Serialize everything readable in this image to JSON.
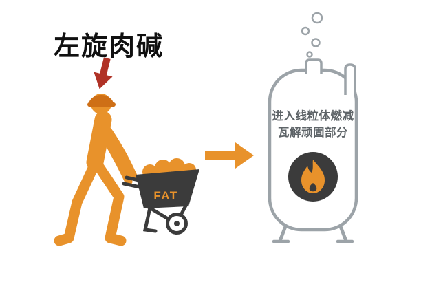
{
  "title": "左旋肉碱",
  "wheelbarrow": {
    "label": "FAT"
  },
  "tank": {
    "caption_line1": "进入线粒体燃减",
    "caption_line2": "瓦解顽固部分"
  },
  "icons": {
    "down_arrow": "red-down-arrow",
    "right_arrow": "orange-right-arrow",
    "worker": "worker-with-hard-hat",
    "wheelbarrow": "wheelbarrow-with-fat",
    "flame": "flame-in-dark-circle",
    "bubbles": "rising-bubbles"
  },
  "colors": {
    "background": "#FFFFFF",
    "orange": "#E8922B",
    "hat_orange": "#CE6F16",
    "dark": "#3B3B3B",
    "red_arrow": "#B03226",
    "tank_outline": "#9CA3A8",
    "tank_text": "#5E6468",
    "title": "#101010"
  }
}
